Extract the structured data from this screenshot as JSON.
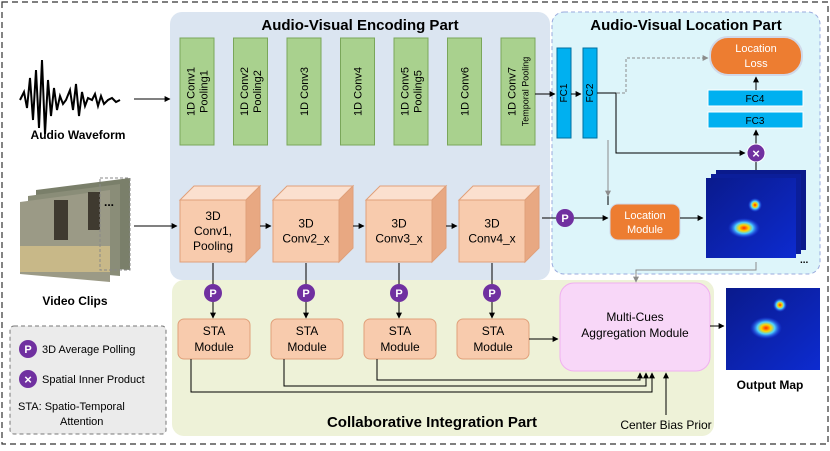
{
  "sections": {
    "encoding": "Audio-Visual Encoding Part",
    "location": "Audio-Visual Location Part",
    "integration": "Collaborative Integration Part"
  },
  "inputs": {
    "audio": "Audio Waveform",
    "video": "Video Clips"
  },
  "audio_convs": [
    [
      "1D Conv1",
      "Pooling1"
    ],
    [
      "1D Conv2",
      "Pooling2"
    ],
    [
      "1D Conv3"
    ],
    [
      "1D Conv4"
    ],
    [
      "1D Conv5",
      "Pooling5"
    ],
    [
      "1D Conv6"
    ],
    [
      "1D Conv7",
      "Temporal Pooling"
    ]
  ],
  "fc": {
    "fc1": "FC1",
    "fc2": "FC2",
    "fc3": "FC3",
    "fc4": "FC4"
  },
  "location_loss": [
    "Location",
    "Loss"
  ],
  "location_module": [
    "Location",
    "Module"
  ],
  "video_convs": [
    [
      "3D",
      "Conv1,",
      "Pooling"
    ],
    [
      "3D",
      "Conv2_x"
    ],
    [
      "3D",
      "Conv3_x"
    ],
    [
      "3D",
      "Conv4_x"
    ]
  ],
  "pool_symbol": "P",
  "sta_module": [
    "STA",
    "Module"
  ],
  "aggregation": [
    "Multi-Cues",
    "Aggregation Module"
  ],
  "center_bias": "Center Bias Prior",
  "output_map": "Output Map",
  "legend": {
    "pool": "3D Average Polling",
    "inner": "Spatial Inner Product",
    "sta_line1": "STA:   Spatio-Temporal",
    "sta_line2": "Attention"
  },
  "colors": {
    "encoding_bg": "#dbe5f1",
    "location_bg": "#ddf5fa",
    "integration_bg": "#eef2d8",
    "audio_conv": "#a9d18e",
    "fc": "#00b0f0",
    "orange": "#ed7d31",
    "cube": "#f8cbad",
    "purple": "#7030a0",
    "aggregation": "#f8d7f8"
  }
}
